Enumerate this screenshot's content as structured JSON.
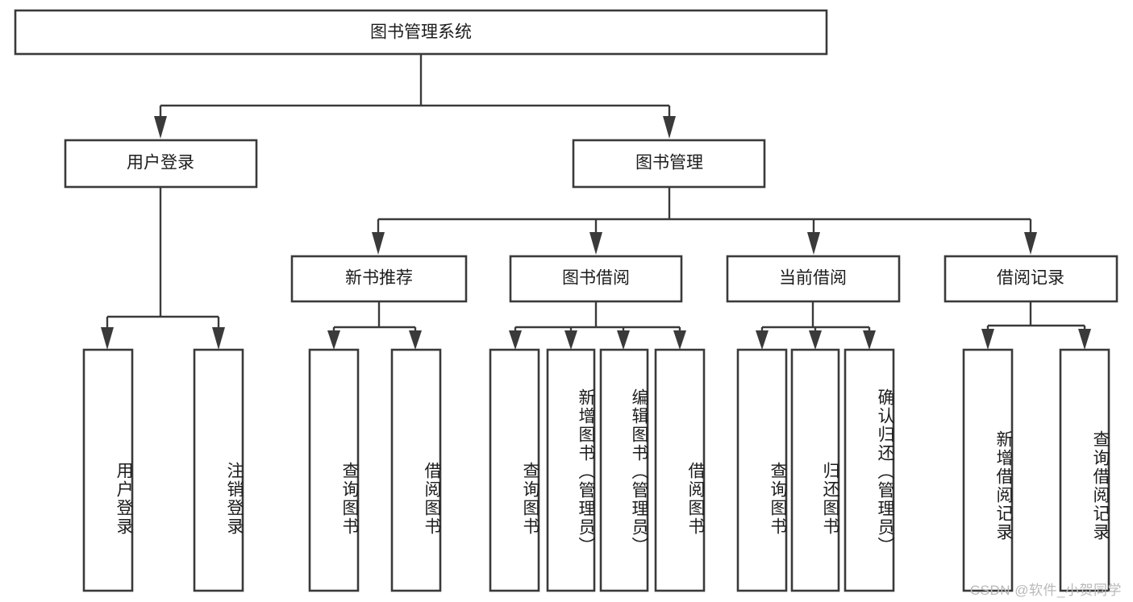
{
  "diagram": {
    "title": "图书管理系统",
    "type": "hierarchy-tree",
    "root": {
      "id": "root",
      "label": "图书管理系统"
    },
    "level2": [
      {
        "id": "user-login",
        "label": "用户登录"
      },
      {
        "id": "book-manage",
        "label": "图书管理"
      }
    ],
    "level3": [
      {
        "id": "new-book-rec",
        "label": "新书推荐",
        "parent": "book-manage"
      },
      {
        "id": "book-borrow",
        "label": "图书借阅",
        "parent": "book-manage"
      },
      {
        "id": "current-borrow",
        "label": "当前借阅",
        "parent": "book-manage"
      },
      {
        "id": "borrow-record",
        "label": "借阅记录",
        "parent": "book-manage"
      }
    ],
    "leaves": [
      {
        "id": "leaf-user-login",
        "label": "用户登录",
        "parent": "user-login"
      },
      {
        "id": "leaf-logout",
        "label": "注销登录",
        "parent": "user-login"
      },
      {
        "id": "leaf-query-book-1",
        "label": "查询图书",
        "parent": "new-book-rec"
      },
      {
        "id": "leaf-borrow-book-1",
        "label": "借阅图书",
        "parent": "new-book-rec"
      },
      {
        "id": "leaf-query-book-2",
        "label": "查询图书",
        "parent": "book-borrow"
      },
      {
        "id": "leaf-add-book",
        "label": "新增图书（管理员）",
        "parent": "book-borrow"
      },
      {
        "id": "leaf-edit-book",
        "label": "编辑图书（管理员）",
        "parent": "book-borrow"
      },
      {
        "id": "leaf-borrow-book-2",
        "label": "借阅图书",
        "parent": "book-borrow"
      },
      {
        "id": "leaf-query-book-3",
        "label": "查询图书",
        "parent": "current-borrow"
      },
      {
        "id": "leaf-return-book",
        "label": "归还图书",
        "parent": "current-borrow"
      },
      {
        "id": "leaf-confirm-return",
        "label": "确认归还（管理员）",
        "parent": "current-borrow"
      },
      {
        "id": "leaf-add-record",
        "label": "新增借阅记录",
        "parent": "borrow-record"
      },
      {
        "id": "leaf-query-record",
        "label": "查询借阅记录",
        "parent": "borrow-record"
      }
    ]
  },
  "watermark": {
    "text": "CSDN @软件_小贺同学"
  },
  "colors": {
    "stroke": "#3a3a3a",
    "fill": "#ffffff",
    "text": "#1c1c1c",
    "watermark": "#b9b9b9"
  }
}
